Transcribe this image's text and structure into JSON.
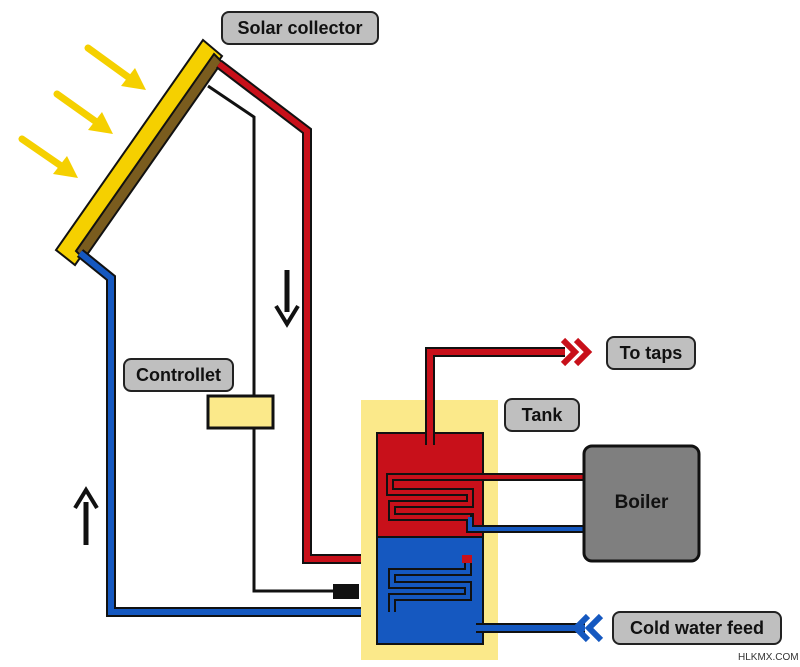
{
  "labels": {
    "solar_collector": "Solar collector",
    "controller": "Controllet",
    "tank": "Tank",
    "to_taps": "To taps",
    "boiler": "Boiler",
    "cold_water_feed": "Cold water feed"
  },
  "watermark": "HLKMX.COM",
  "colors": {
    "hot_pipe": "#c8101a",
    "cold_pipe": "#1558c0",
    "pipe_outline": "#111111",
    "sun_arrow": "#f5d000",
    "collector_frame": "#f5d000",
    "collector_body": "#7a5c1e",
    "tank_casing": "#fbe98a",
    "tank_hot": "#c8101a",
    "tank_cold": "#1558c0",
    "controller_box": "#fbe98a",
    "boiler": "#7f7f7f",
    "label_bg": "#bfbfbf",
    "flow_arrow": "#111111"
  },
  "icons": [
    "sun-ray-arrow",
    "flow-down-arrow",
    "flow-up-arrow",
    "double-chevron-right",
    "double-chevron-left",
    "sensor-block"
  ]
}
